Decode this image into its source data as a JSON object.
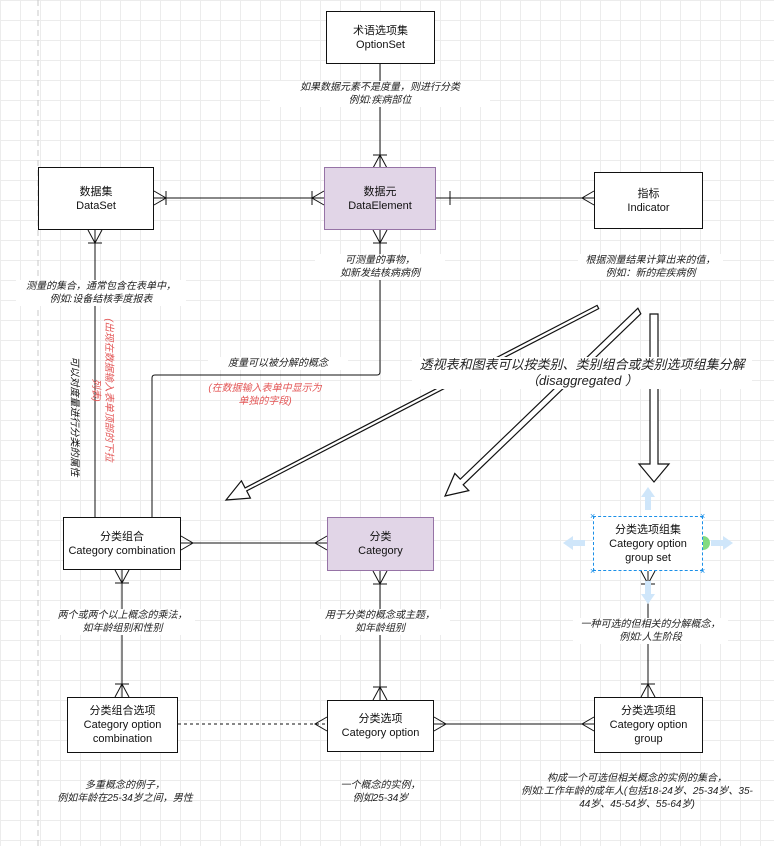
{
  "nodes": {
    "optionset": {
      "zh": "术语选项集",
      "en": "OptionSet"
    },
    "dataset": {
      "zh": "数据集",
      "en": "DataSet"
    },
    "dataelement": {
      "zh": "数据元",
      "en": "DataElement"
    },
    "indicator": {
      "zh": "指标",
      "en": "Indicator"
    },
    "catcombo": {
      "zh": "分类组合",
      "en": "Category combination"
    },
    "category": {
      "zh": "分类",
      "en": "Category"
    },
    "cogs": {
      "zh": "分类选项组集",
      "en1": "Category option",
      "en2": "group set"
    },
    "coc": {
      "zh": "分类组合选项",
      "en1": "Category option",
      "en2": "combination"
    },
    "catoption": {
      "zh": "分类选项",
      "en": "Category option"
    },
    "cog": {
      "zh": "分类选项组",
      "en1": "Category option",
      "en2": "group"
    }
  },
  "labels": {
    "optionset_note": [
      "如果数据元素不是度量，则进行分类",
      "例如:疾病部位"
    ],
    "dataelement_note": [
      "可测量的事物，",
      "如新发结核病病例"
    ],
    "dataset_note": [
      "测量的集合，通常包含在表单中，",
      "例如:设备结核季度报表"
    ],
    "indicator_note": [
      "根据测量结果计算出来的值，",
      "例如：新的疟疾病例"
    ],
    "disaggregate_note": [
      "度量可以被分解的概念"
    ],
    "disaggregate_red": [
      "(在数据输入表单中显示为",
      "单独的字段)"
    ],
    "pivot_note": [
      "透视表和图表可以按类别、类别组合或类别选项组集分解",
      "（disaggregated ）"
    ],
    "vertical_black": "可以对度量进行分类的属性",
    "vertical_red": [
      "(出现在数据输入表单顶部的下拉",
      "列表)"
    ],
    "catcombo_note": [
      "两个或两个以上概念的乘法，",
      "如年龄组别和性别"
    ],
    "category_note": [
      "用于分类的概念或主题，",
      "如年龄组别"
    ],
    "cogs_note": [
      "一种可选的但相关的分解概念，",
      "例如:人生阶段"
    ],
    "coc_note": [
      "多重概念的例子，",
      "例如年龄在25-34岁之间，男性"
    ],
    "catoption_note": [
      "一个概念的实例，",
      "例如25-34岁"
    ],
    "cog_note": [
      "构成一个可选但相关概念的实例的集合，",
      "例如:工作年龄的成年人(包括18-24岁、25-34岁、35-",
      "44岁、45-54岁、55-64岁)"
    ]
  },
  "colors": {
    "purple_fill": "#e1d5e7",
    "purple_stroke": "#9673a6",
    "red_text": "#e35555",
    "selection_blue": "#1a8fe8",
    "hint_green": "#6dd56b"
  }
}
